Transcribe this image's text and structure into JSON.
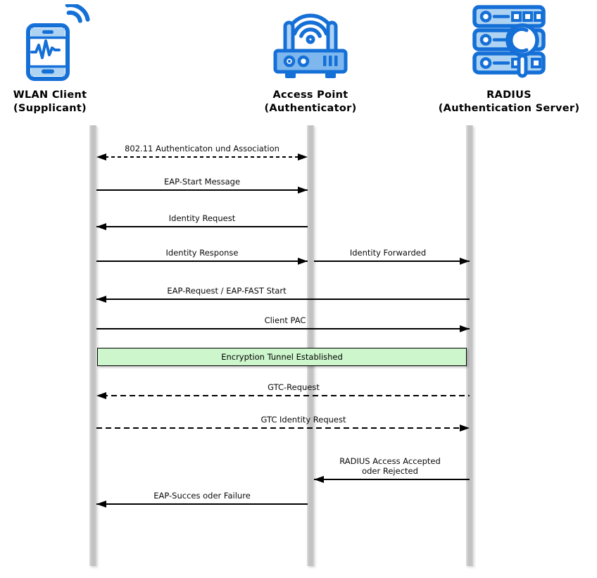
{
  "diagram_type": "sequence-diagram",
  "topic": "EAP-FAST / 802.1X WLAN authentication message flow",
  "actors": [
    {
      "id": "wlan-client",
      "name": [
        "WLAN Client",
        "(Supplicant)"
      ],
      "icon": "smartphone-icon"
    },
    {
      "id": "access-point",
      "name": [
        "Access Point",
        "(Authenticator)"
      ],
      "icon": "wireless-router-icon"
    },
    {
      "id": "radius",
      "name": [
        "RADIUS",
        "(Authentication Server)"
      ],
      "icon": "server-search-icon"
    }
  ],
  "messages": [
    {
      "label": "802.11 Authenticaton und Association",
      "from": "wlan-client",
      "to": "access-point",
      "line": "dashed",
      "direction": "both"
    },
    {
      "label": "EAP-Start Message",
      "from": "wlan-client",
      "to": "access-point",
      "line": "solid",
      "direction": "right"
    },
    {
      "label": "Identity Request",
      "from": "access-point",
      "to": "wlan-client",
      "line": "solid",
      "direction": "left"
    },
    {
      "label": "Identity Response",
      "from": "wlan-client",
      "to": "access-point",
      "line": "solid",
      "direction": "right"
    },
    {
      "label": "Identity Forwarded",
      "from": "access-point",
      "to": "radius",
      "line": "solid",
      "direction": "right"
    },
    {
      "label": "EAP-Request / EAP-FAST Start",
      "from": "radius",
      "to": "wlan-client",
      "line": "solid",
      "direction": "left"
    },
    {
      "label": "Client PAC",
      "from": "wlan-client",
      "to": "radius",
      "line": "solid",
      "direction": "right"
    },
    {
      "label": "GTC-Request",
      "from": "radius",
      "to": "wlan-client",
      "line": "dashed",
      "direction": "left"
    },
    {
      "label": "GTC Identity Request",
      "from": "wlan-client",
      "to": "radius",
      "line": "dashed",
      "direction": "right"
    },
    {
      "label": "RADIUS Access Accepted",
      "label2": "oder Rejected",
      "from": "radius",
      "to": "access-point",
      "line": "solid",
      "direction": "left"
    },
    {
      "label": "EAP-Succes oder Failure",
      "from": "access-point",
      "to": "wlan-client",
      "line": "solid",
      "direction": "left"
    }
  ],
  "note": {
    "label": "Encryption Tunnel Established"
  },
  "colors": {
    "icon_blue": "#146fd7",
    "icon_light_blue": "#aed3f2",
    "icon_body_blue": "#7db7ee",
    "note_green": "#cdf6cd",
    "lifeline_gray": "#c3c3c3",
    "arrow_black": "#000000"
  }
}
